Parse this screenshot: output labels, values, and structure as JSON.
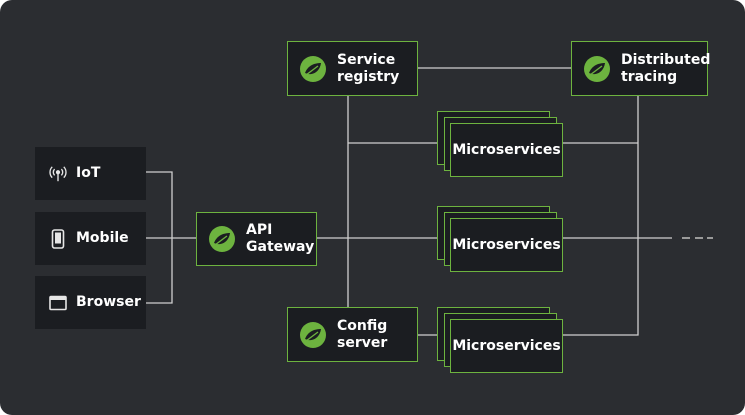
{
  "clients": [
    {
      "label": "IoT",
      "icon": "antenna-icon"
    },
    {
      "label": "Mobile",
      "icon": "mobile-phone-icon"
    },
    {
      "label": "Browser",
      "icon": "browser-window-icon"
    }
  ],
  "gateway": {
    "line1": "API",
    "line2": "Gateway",
    "icon": "spring-logo-icon"
  },
  "service_registry": {
    "line1": "Service",
    "line2": "registry",
    "icon": "spring-logo-icon"
  },
  "distributed_tracing": {
    "line1": "Distributed",
    "line2": "tracing",
    "icon": "spring-logo-icon"
  },
  "config_server": {
    "line1": "Config",
    "line2": "server",
    "icon": "spring-logo-icon"
  },
  "microservices": [
    {
      "label": "Microservices"
    },
    {
      "label": "Microservices"
    },
    {
      "label": "Microservices"
    }
  ],
  "colors": {
    "background": "#2b2d31",
    "box": "#1b1d21",
    "accent": "#6db33f",
    "connector": "#cfcfcf",
    "text": "#ffffff"
  }
}
